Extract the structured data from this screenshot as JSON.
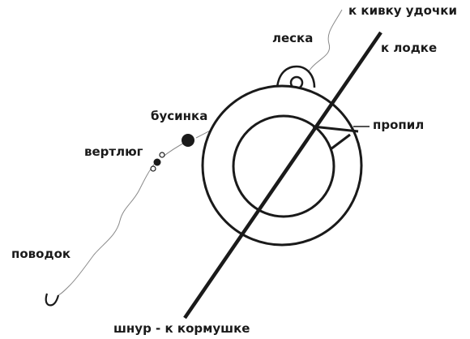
{
  "labels": {
    "to_rod_tip": "к кивку удочки",
    "line": "леска",
    "to_boat": "к лодке",
    "bead": "бусинка",
    "cut": "пропил",
    "swivel": "вертлюг",
    "leader": "поводок",
    "cord_to_feeder": "шнур - к кормушке"
  },
  "colors": {
    "ink": "#1a1a1a",
    "line": "#8a8a8a"
  }
}
